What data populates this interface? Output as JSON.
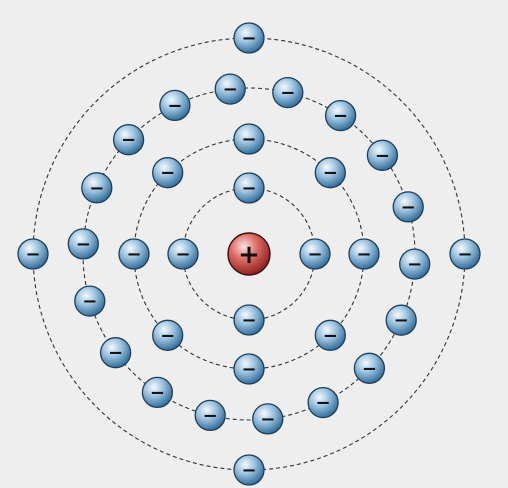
{
  "atom": {
    "nucleus": {
      "label": "+",
      "color": "#b8302e"
    },
    "electron": {
      "label": "−",
      "color": "#4a87b5"
    },
    "shells": [
      {
        "electron_count": 4
      },
      {
        "electron_count": 8
      },
      {
        "electron_count": 18
      },
      {
        "electron_count": 4
      }
    ],
    "total_electrons": 34
  }
}
